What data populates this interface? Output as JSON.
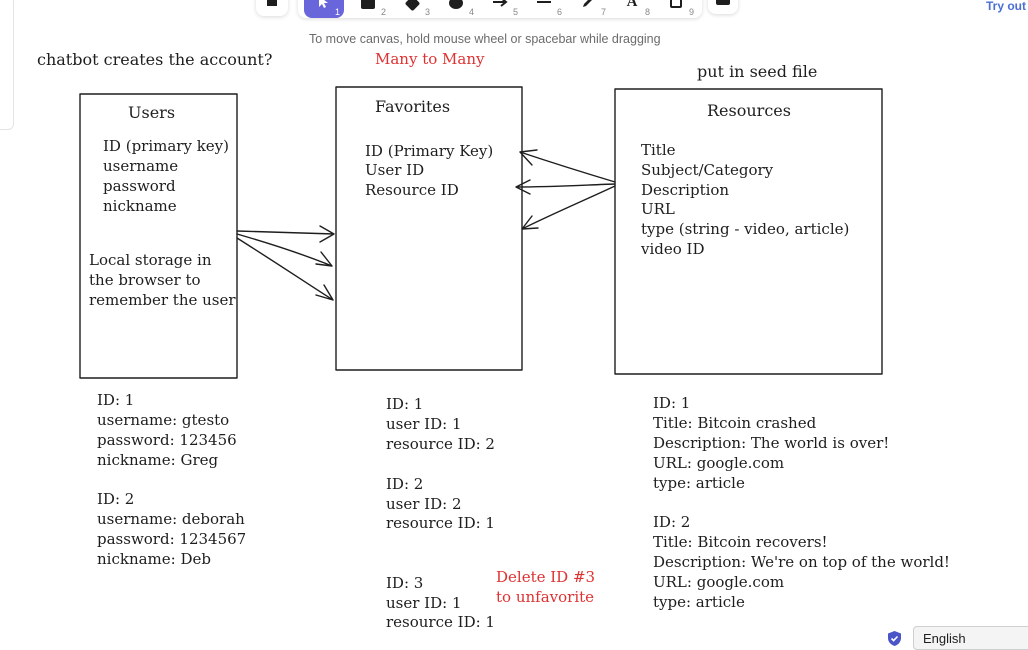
{
  "toolbar": {
    "tools": [
      {
        "name": "selection",
        "num": "1"
      },
      {
        "name": "rectangle",
        "num": "2"
      },
      {
        "name": "diamond",
        "num": "3"
      },
      {
        "name": "ellipse",
        "num": "4"
      },
      {
        "name": "arrow",
        "num": "5"
      },
      {
        "name": "line",
        "num": "6"
      },
      {
        "name": "draw",
        "num": "7"
      },
      {
        "name": "text",
        "num": "8",
        "glyph": "A"
      },
      {
        "name": "image",
        "num": "9"
      }
    ],
    "hint": "To move canvas, hold mouse wheel or spacebar while dragging",
    "try_out": "Try out"
  },
  "canvas": {
    "note_chatbot": "chatbot creates the account?",
    "note_many_to_many": "Many to Many",
    "note_seed": "put in seed file",
    "users": {
      "title": "Users",
      "fields": [
        "ID (primary key)",
        "username",
        "password",
        "nickname"
      ],
      "note": [
        "Local storage in",
        "the browser to",
        "remember the user"
      ]
    },
    "favorites": {
      "title": "Favorites",
      "fields": [
        "ID (Primary Key)",
        "User ID",
        "Resource ID"
      ]
    },
    "resources": {
      "title": "Resources",
      "fields": [
        "Title",
        "Subject/Category",
        "Description",
        "URL",
        "type (string - video, article)",
        "video ID"
      ]
    },
    "users_records": [
      [
        "ID: 1",
        "username: gtesto",
        "password: 123456",
        "nickname: Greg"
      ],
      [
        "ID: 2",
        "username: deborah",
        "password: 1234567",
        "nickname: Deb"
      ]
    ],
    "favorites_records": [
      [
        "ID: 1",
        "user ID: 1",
        "resource ID: 2"
      ],
      [
        "ID: 2",
        "user ID: 2",
        "resource ID: 1"
      ],
      [
        "ID: 3",
        "user ID: 1",
        "resource ID: 1"
      ]
    ],
    "resources_records": [
      [
        "ID: 1",
        "Title: Bitcoin crashed",
        "Description: The world is over!",
        "URL: google.com",
        "type: article"
      ],
      [
        "ID: 2",
        "Title: Bitcoin recovers!",
        "Description: We're on top of the world!",
        "URL: google.com",
        "type: article"
      ]
    ],
    "note_delete": [
      "Delete ID #3",
      "to unfavorite"
    ]
  },
  "footer": {
    "language": "English"
  },
  "colors": {
    "accent": "#6965db",
    "annotation_red": "#e03131",
    "stroke": "#1e1e1e"
  }
}
